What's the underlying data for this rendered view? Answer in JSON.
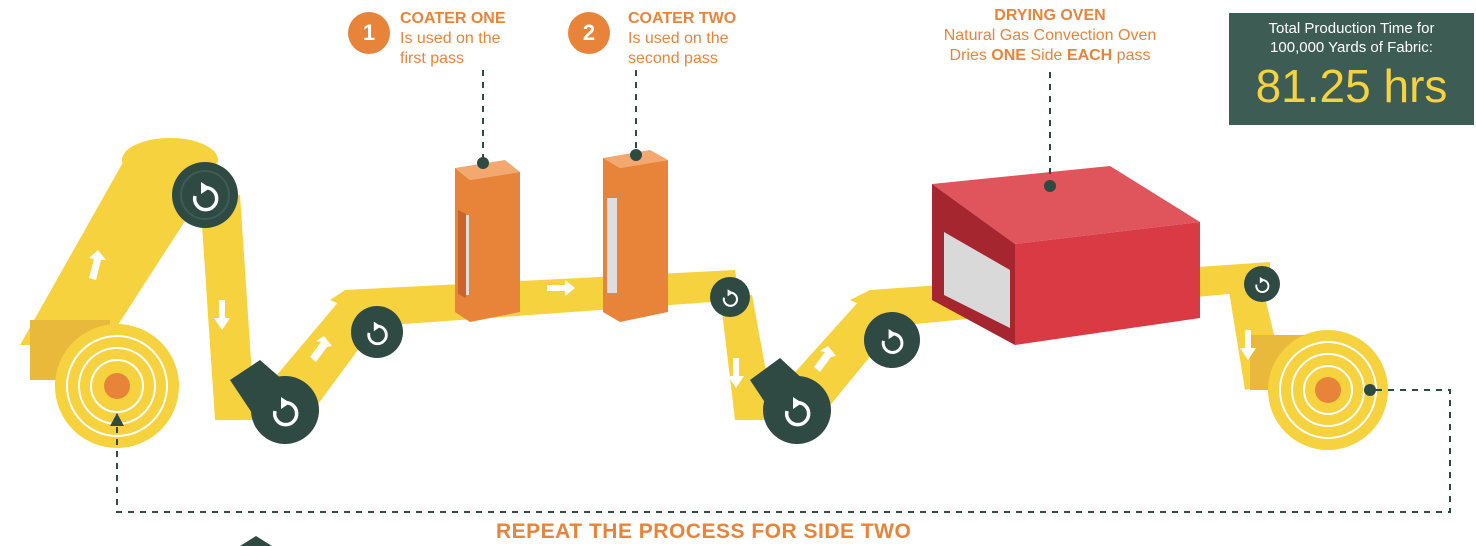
{
  "coater_one": {
    "number": "1",
    "title": "COATER ONE",
    "lines": [
      "Is used on the",
      "first pass"
    ]
  },
  "coater_two": {
    "number": "2",
    "title": "COATER TWO",
    "lines": [
      "Is used on the",
      "second pass"
    ]
  },
  "drying_oven": {
    "title": "DRYING OVEN",
    "line1": "Natural Gas Convection Oven",
    "line2_parts": [
      "Dries ",
      "ONE",
      " Side ",
      "EACH",
      " pass"
    ]
  },
  "total_box": {
    "line1": "Total Production Time for",
    "line2": "100,000 Yards of Fabric:",
    "value": "81.25 hrs"
  },
  "repeat_label": "REPEAT THE PROCESS FOR SIDE TWO",
  "colors": {
    "belt": "#f6d23e",
    "belt_dark": "#e8b93a",
    "roller": "#2f4a43",
    "accent_orange": "#e8843a",
    "coater_side": "#c9652a",
    "oven_red": "#d93a44",
    "oven_dark": "#a62630",
    "box_green": "#3d5d54"
  },
  "icons": [
    "rotate-icon",
    "arrow-up-icon",
    "arrow-down-icon",
    "arrow-right-icon"
  ]
}
